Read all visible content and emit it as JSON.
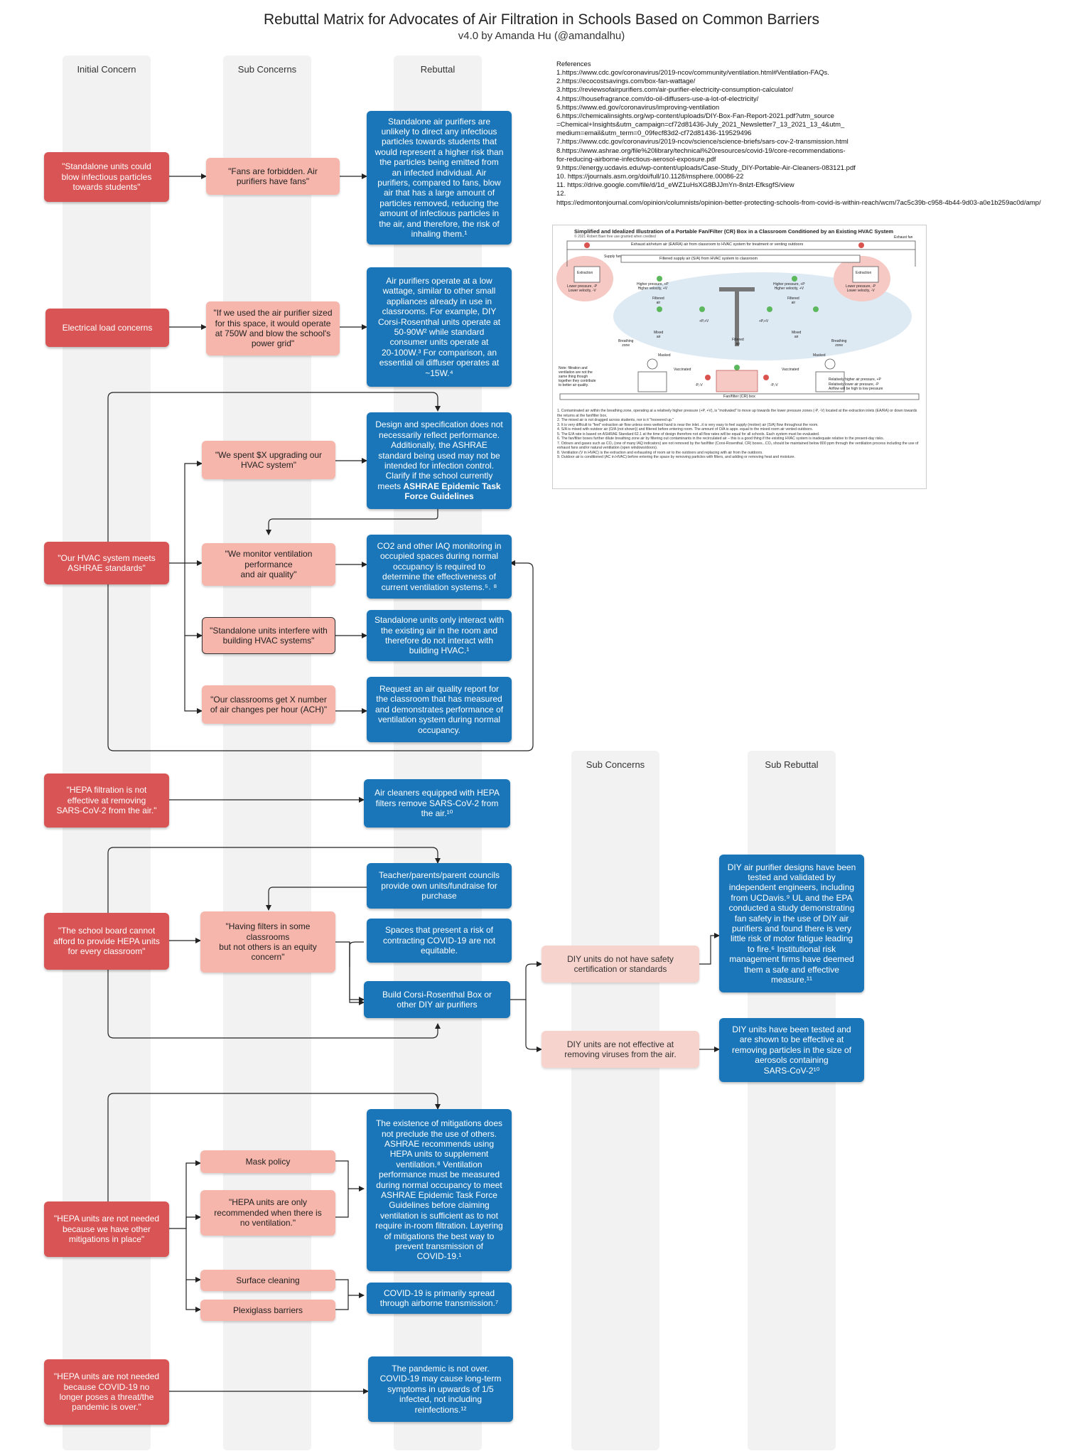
{
  "header": {
    "title": "Rebuttal Matrix for Advocates of Air Filtration in Schools Based on Common Barriers",
    "subtitle": "v4.0 by Amanda Hu (@amandalhu)"
  },
  "lanes": {
    "initial": "Initial Concern",
    "sub": "Sub Concerns",
    "rebuttal": "Rebuttal",
    "sub2": "Sub Concerns",
    "subrebuttal": "Sub Rebuttal"
  },
  "initial_concerns": {
    "fans": "\"Standalone units could\nblow infectious particles\ntowards students\"",
    "electrical": "Electrical load concerns",
    "hvac": "\"Our HVAC system meets\nASHRAE standards\"",
    "hepa": "\"HEPA filtration is not\neffective at removing\nSARS-CoV-2 from the air.\"",
    "afford": "\"The school board cannot\nafford to provide HEPA units\nfor every classroom\"",
    "mitigations": "\"HEPA units are not needed\nbecause we have other\nmitigations in place\"",
    "over": "\"HEPA units are not needed\nbecause COVID-19 no\nlonger poses a threat/the\npandemic is over.\""
  },
  "sub_concerns": {
    "fans": "\"Fans are forbidden. Air\npurifiers have fans\"",
    "power": "\"If we used the air purifier sized\nfor this space, it would operate\nat 750W and blow the school's\npower grid\"",
    "spent": "\"We spent $X upgrading our\nHVAC system\"",
    "monitor": "\"We monitor ventilation\nperformance\nand air quality\"",
    "interfere": "\"Standalone units interfere with\nbuilding HVAC systems\"",
    "ach": "\"Our classrooms get X number\nof air changes per hour (ACH)\"",
    "equity": "\"Having filters in some\nclassrooms\nbut not others is an equity\nconcern\"",
    "mask": "Mask policy",
    "noventilation": "\"HEPA units are only\nrecommended when there is\nno ventilation.\"",
    "surface": "Surface cleaning",
    "plexi": "Plexiglass barriers"
  },
  "rebuttals": {
    "fans": "Standalone air purifiers are\nunlikely to direct any infectious\nparticles towards students that\nwould represent a higher risk than\nthe particles being emitted from\nan infected individual. Air\npurifiers, compared to fans, blow\nair that has a large amount of\nparticles removed, reducing the\namount of infectious particles in\nthe air, and therefore, the risk of\ninhaling them.¹",
    "power": "Air purifiers operate at a low\nwattage, similar to other small\nappliances already in use in\nclassrooms. For example, DIY\nCorsi-Rosenthal units operate at\n50-90W² while standard\nconsumer units operate at\n20-100W.³ For comparison, an\nessential oil diffuser operates at\n~15W.⁴",
    "design_a": "Design and specification does not\nnecessarily reflect performance.\nAdditionally, the ASHRAE\nstandard being used may not be\nintended for infection control.\nClarify if the school currently\nmeets ",
    "design_b": "ASHRAE Epidemic Task\nForce Guidelines",
    "co2": "CO2 and other IAQ monitoring in\noccupied spaces during normal\noccupancy is required to\ndetermine the effectiveness of\ncurrent ventilation systems.⁵˒ ⁸",
    "interact": "Standalone units only interact with\nthe existing air in the room and\ntherefore do not interact with\nbuilding HVAC.¹",
    "report": "Request an air quality report for\nthe classroom that has measured\nand demonstrates performance of\nventilation system during normal\noccupancy.",
    "hepa": "Air cleaners equipped with HEPA\nfilters remove SARS-CoV-2 from\nthe air.¹⁰",
    "fundraise": "Teacher/parents/parent councils\nprovide own units/fundraise for\npurchase",
    "risk": "Spaces that present a risk of\ncontracting COVID-19 are not\nequitable.",
    "diy": "Build Corsi-Rosenthal Box or\nother DIY air purifiers",
    "mitigations": "The existence of mitigations does\nnot preclude the use of others.\nASHRAE recommends using\nHEPA units to supplement\nventilation.⁸  Ventilation\nperformance must be measured\nduring normal occupancy to meet\nASHRAE Epidemic Task Force\nGuidelines before claiming\nventilation is sufficient as to not\nrequire in-room filtration. Layering\nof mitigations the best way to\nprevent transmission of\nCOVID-19.¹",
    "airborne": "COVID-19 is primarily spread\nthrough airborne transmission.⁷",
    "over": "The pandemic is not over.\nCOVID-19 may cause long-term\nsymptoms in upwards of 1/5\ninfected, not including\nreinfections.¹²"
  },
  "sub_concerns_2": {
    "safety": "DIY units do not have safety\ncertification or standards",
    "effective": "DIY units are not effective at\nremoving viruses from the air."
  },
  "sub_rebuttals": {
    "tested": "DIY air purifier designs have been\ntested and validated by\nindependent engineers, including\nfrom UCDavis.⁹ UL and the EPA\nconducted a study demonstrating\nfan safety in the use of DIY air\npurifiers and found there is very\nlittle risk of motor fatigue leading\nto fire.⁶ Institutional risk\nmanagement firms have deemed\nthem a safe and effective\nmeasure.¹¹",
    "effective": "DIY units have been tested and\nare shown to be effective at\nremoving particles in the size of\naerosols containing\nSARS-CoV-2¹⁰"
  },
  "references": {
    "heading": "References",
    "items": [
      "1.https://www.cdc.gov/coronavirus/2019-ncov/community/ventilation.html#Ventilation-FAQs.",
      "2.https://ecocostsavings.com/box-fan-wattage/",
      "3.https://reviewsofairpurifiers.com/air-purifier-electricity-consumption-calculator/",
      "4.https://housefragrance.com/do-oil-diffusers-use-a-lot-of-electricity/",
      "5.https://www.ed.gov/coronavirus/improving-ventilation",
      "6.https://chemicalinsights.org/wp-content/uploads/DIY-Box-Fan-Report-2021.pdf?utm_source",
      "=Chemical+Insights&utm_campaign=cf72d81436-July_2021_Newsletter7_13_2021_13_4&utm_",
      "medium=email&utm_term=0_09fecf83d2-cf72d81436-119529496",
      "7.https://www.cdc.gov/coronavirus/2019-ncov/science/science-briefs/sars-cov-2-transmission.html",
      "8.https://www.ashrae.org/file%20library/technical%20resources/covid-19/core-recommendations-",
      "for-reducing-airborne-infectious-aerosol-exposure.pdf",
      "9.https://energy.ucdavis.edu/wp-content/uploads/Case-Study_DIY-Portable-Air-Cleaners-083121.pdf",
      "10. https://journals.asm.org/doi/full/10.1128/msphere.00086-22",
      "11. https://drive.google.com/file/d/1d_eWZ1uHsXG8BJJmYn-8nlzt-EfksgfS/view",
      "12.",
      "https://edmontonjournal.com/opinion/columnists/opinion-better-protecting-schools-from-covid-is-within-reach/wcm/7ac5c39b-c958-4b44-9d03-a0e1b259ac0d/amp/"
    ]
  },
  "figure": {
    "title": "Simplified and Idealized Illustration of a Portable Fan/Filter (CR) Box in a Classroom Conditioned by an Existing HVAC System",
    "copyright": "© 2021 Robert Baer free use granted when credited",
    "exhaust_fan": "Exhaust fan",
    "exhaust": "Exhaust air/return air (EA/RA) air from classroom to HVAC system for treatment or venting outdoors",
    "supply_fan": "Supply fan",
    "supply": "Filtered supply air (S/A) from HVAC system to classroom",
    "extraction": "Extraction",
    "lower_pressure": "Lower pressure, -P\nLower velocity, -V",
    "higher_pressure": "Higher pressure, +P\nHigher velocity, +V",
    "filtered_air": "Filtered\nair",
    "mixed_air": "Mixed\nair",
    "breathing_zone": "Breathing\nzone",
    "pv": "+P,+V",
    "masked": "Masked",
    "vaccinated": "Vaccinated",
    "mv": "-P,-V",
    "box_label": "Fan/filter (CR) box",
    "note": "Note: filtration and\nventilation are not the\nsame thing though\ntogether they contribute\nto better air quality.",
    "legend_high": "Relatively higher air pressure, +P",
    "legend_low": "Relatively lower air pressure, -P\nAirflow will be high to low pressure",
    "colors": {
      "green": "#5cb85c",
      "red": "#d9534f",
      "pink_zone": "#f6c9c4",
      "blue_zone": "#dde9f3"
    },
    "notes": [
      "1. Contaminated air within the breathing zone, operating at a relatively higher pressure (+P, +V), is \"motivated\" to move up towards the lower pressure zones (-P, -V) located at the extraction inlets (EA/RA) or down towards the returns at the fan/filter box.",
      "2. The mixed air is not dragged across students, nor is it \"hoovered up.\"",
      "3. It is very difficult to \"feel\" extraction air flow unless ones wetted hand is near the inlet...it is very easy to feel supply (motive) air (S/A) flow throughout the room.",
      "4. S/A is mixed with outdoor air (O/A (not shown)) and filtered before entering room. The amount of O/A is appx. equal to the mixed room air vented outdoors.",
      "5. The E/A rate is based on ASHRAE Standard 62.1 at the time of design therefore not all flow rates will be equal for all schools. Each system must be evaluated.",
      "6. The fan/filter boxes further dilute breathing zone air by filtering out contaminants in the recirculated air – this is a good thing if the existing HVAC system is inadequate relative to the present-day risks.",
      "7. Odours and gases such as CO₂ (one of many IAQ indicators) are not removed by the fan/filter (Corsi-Rosenthal, CR) boxes...CO₂ should be maintained below 800 ppm through the ventilation process including the use of exhaust fans and/or natural ventilation (open windows/doors).",
      "8. Ventilation (V in HVAC) is the extraction and exhausting of room air to the outdoors and replacing with air from the outdoors.",
      "9. Outdoor air is conditioned (AC in HVAC) before entering the space by removing particles with filters, and adding or removing heat and moisture."
    ]
  }
}
